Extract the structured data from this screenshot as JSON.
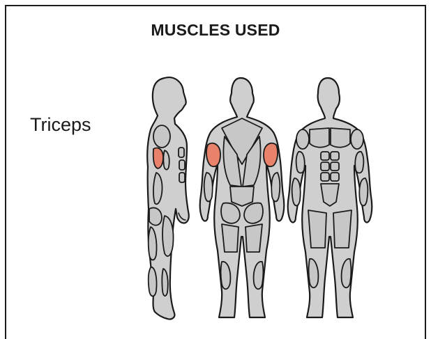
{
  "header": {
    "title": "MUSCLES USED"
  },
  "muscle": {
    "name": "Triceps"
  },
  "colors": {
    "highlight": "#e8826a",
    "body": "#cfcfcf",
    "outline": "#1a1a1a"
  },
  "figures": [
    "side-view",
    "back-view",
    "front-view"
  ]
}
